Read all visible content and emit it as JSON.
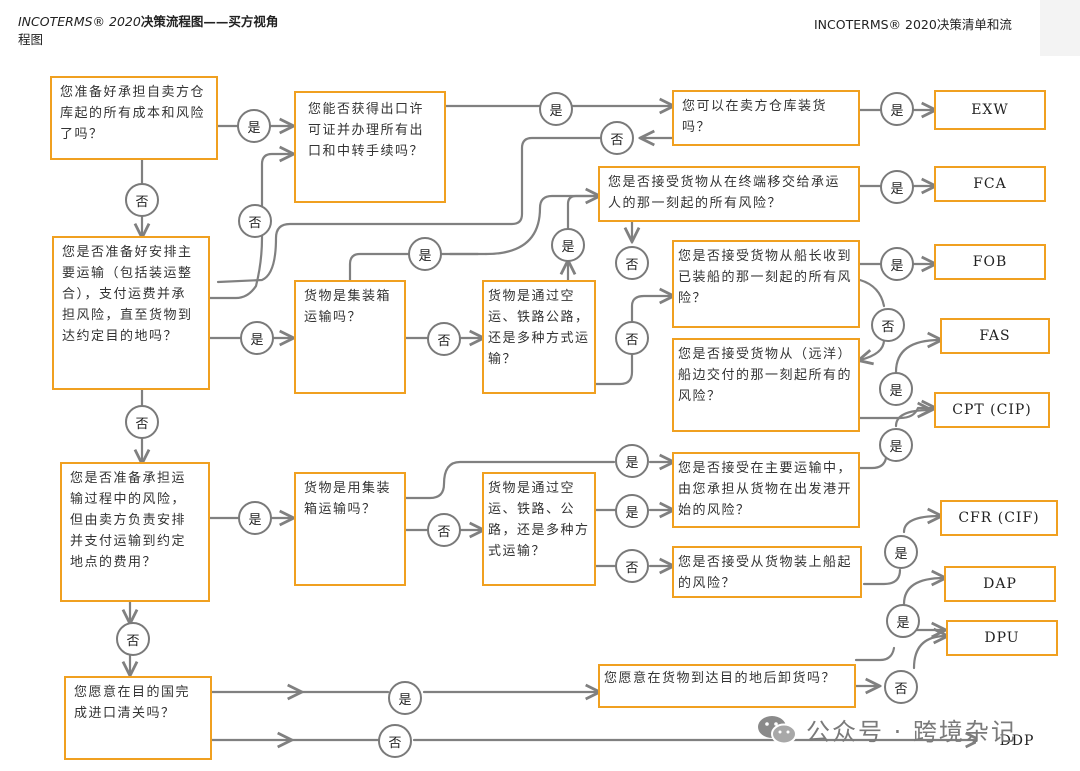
{
  "header": {
    "title_brand": "INCOTERMS® 2020",
    "title_rest": "决策流程图——买方视角",
    "title_cont": "程图",
    "right_title": "INCOTERMS® 2020决策清单和流"
  },
  "boxes": {
    "q_cost_risk": "您准备好承担自卖方仓库起的所有成本和风险了吗？",
    "q_export_license": "您能否获得出口许可证并办理所有出口和中转手续吗？",
    "q_load_warehouse": "您可以在卖方仓库装货吗？",
    "q_terminal_risk": "您是否接受货物从在终端移交给承运人的那一刻起的所有风险？",
    "q_main_transport": "您是否准备好安排主要运输（包括装运整合），支付运费并承担风险，直至货物到达约定目的地吗？",
    "q_container": "货物是集装箱运输吗？",
    "q_mode_1": "货物是通过空运、铁路公路，还是多种方式运输？",
    "q_ship_rail": "您是否接受货物从船长收到已装船的那一刻起的所有风险？",
    "q_alongside": "您是否接受货物从（远洋）船边交付的那一刻起所有的风险？",
    "q_seller_transport": "您是否准备承担运输过程中的风险，但由卖方负责安排并支付运输到约定地点的费用？",
    "q_container_2": "货物是用集装箱运输吗？",
    "q_mode_2": "货物是通过空运、铁路、公路，还是多种方式运输？",
    "q_main_risk_port": "您是否接受在主要运输中，由您承担从货物在出发港开始的风险？",
    "q_onboard_risk": "您是否接受从货物装上船起的风险？",
    "q_import_clear": "您愿意在目的国完成进口清关吗？",
    "q_unload": "您愿意在货物到达目的地后卸货吗？"
  },
  "terms": {
    "exw": "EXW",
    "fca": "FCA",
    "fob": "FOB",
    "fas": "FAS",
    "cpt_cip": "CPT (CIP)",
    "cfr_cif": "CFR (CIF)",
    "dap": "DAP",
    "dpu": "DPU",
    "ddp": "DDP"
  },
  "labels": {
    "yes": "是",
    "no": "否"
  },
  "watermark": {
    "text": "公众号 · 跨境杂记"
  },
  "colors": {
    "box_border": "#f0a020",
    "connector": "#808080",
    "circle_border": "#7a7a7a",
    "text": "#333333"
  }
}
